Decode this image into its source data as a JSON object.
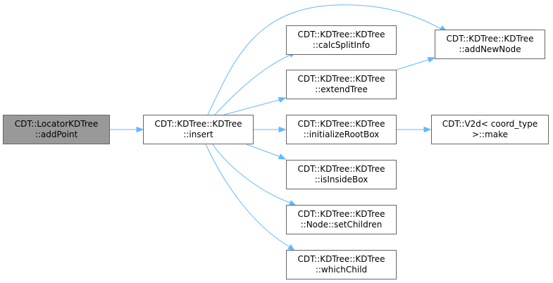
{
  "graph": {
    "nodes": [
      {
        "id": "addPoint",
        "line1": "CDT::LocatorKDTree",
        "line2": "::addPoint",
        "current": true
      },
      {
        "id": "insert",
        "line1": "CDT::KDTree::KDTree",
        "line2": "::insert"
      },
      {
        "id": "calcSplitInfo",
        "line1": "CDT::KDTree::KDTree",
        "line2": "::calcSplitInfo"
      },
      {
        "id": "extendTree",
        "line1": "CDT::KDTree::KDTree",
        "line2": "::extendTree"
      },
      {
        "id": "initializeRootBox",
        "line1": "CDT::KDTree::KDTree",
        "line2": "::initializeRootBox"
      },
      {
        "id": "isInsideBox",
        "line1": "CDT::KDTree::KDTree",
        "line2": "::isInsideBox"
      },
      {
        "id": "setChildren",
        "line1": "CDT::KDTree::KDTree",
        "line2": "::Node::setChildren"
      },
      {
        "id": "whichChild",
        "line1": "CDT::KDTree::KDTree",
        "line2": "::whichChild"
      },
      {
        "id": "addNewNode",
        "line1": "CDT::KDTree::KDTree",
        "line2": "::addNewNode"
      },
      {
        "id": "make",
        "line1": "CDT::V2d< coord_type",
        "line2": ">::make"
      }
    ],
    "edges": [
      {
        "from": "addPoint",
        "to": "insert"
      },
      {
        "from": "insert",
        "to": "addNewNode"
      },
      {
        "from": "insert",
        "to": "calcSplitInfo"
      },
      {
        "from": "insert",
        "to": "extendTree"
      },
      {
        "from": "insert",
        "to": "initializeRootBox"
      },
      {
        "from": "insert",
        "to": "isInsideBox"
      },
      {
        "from": "insert",
        "to": "setChildren"
      },
      {
        "from": "insert",
        "to": "whichChild"
      },
      {
        "from": "extendTree",
        "to": "addNewNode"
      },
      {
        "from": "initializeRootBox",
        "to": "make"
      }
    ],
    "colors": {
      "edge": "#63b8ff",
      "border": "#666666",
      "current_fill": "#999999",
      "node_fill": "#ffffff"
    }
  }
}
